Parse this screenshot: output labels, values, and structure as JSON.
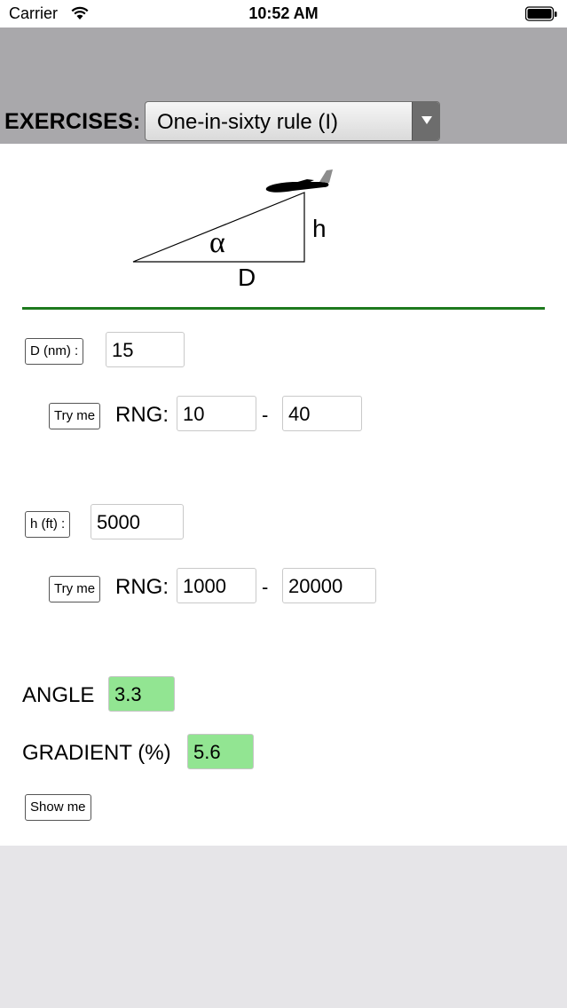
{
  "status_bar": {
    "carrier": "Carrier",
    "time": "10:52 AM"
  },
  "header": {
    "exercises_label": "EXERCISES:",
    "selected_exercise": "One-in-sixty rule (I)"
  },
  "diagram": {
    "angle_symbol": "α",
    "height_label": "h",
    "distance_label": "D"
  },
  "distance": {
    "button_label": "D (nm) :",
    "value": "15",
    "try_label": "Try me",
    "rng_label": "RNG:",
    "rng_min": "10",
    "rng_dash": "-",
    "rng_max": "40"
  },
  "height": {
    "button_label": "h (ft) :",
    "value": "5000",
    "try_label": "Try me",
    "rng_label": "RNG:",
    "rng_min": "1000",
    "rng_dash": "-",
    "rng_max": "20000"
  },
  "results": {
    "angle_label": "ANGLE",
    "angle_value": "3.3",
    "gradient_label": "GRADIENT (%)",
    "gradient_value": "5.6",
    "show_label": "Show me"
  },
  "colors": {
    "header_band": "#a9a8ab",
    "divider": "#1e7a1e",
    "result_field": "#92e592",
    "background": "#e6e5e8"
  }
}
